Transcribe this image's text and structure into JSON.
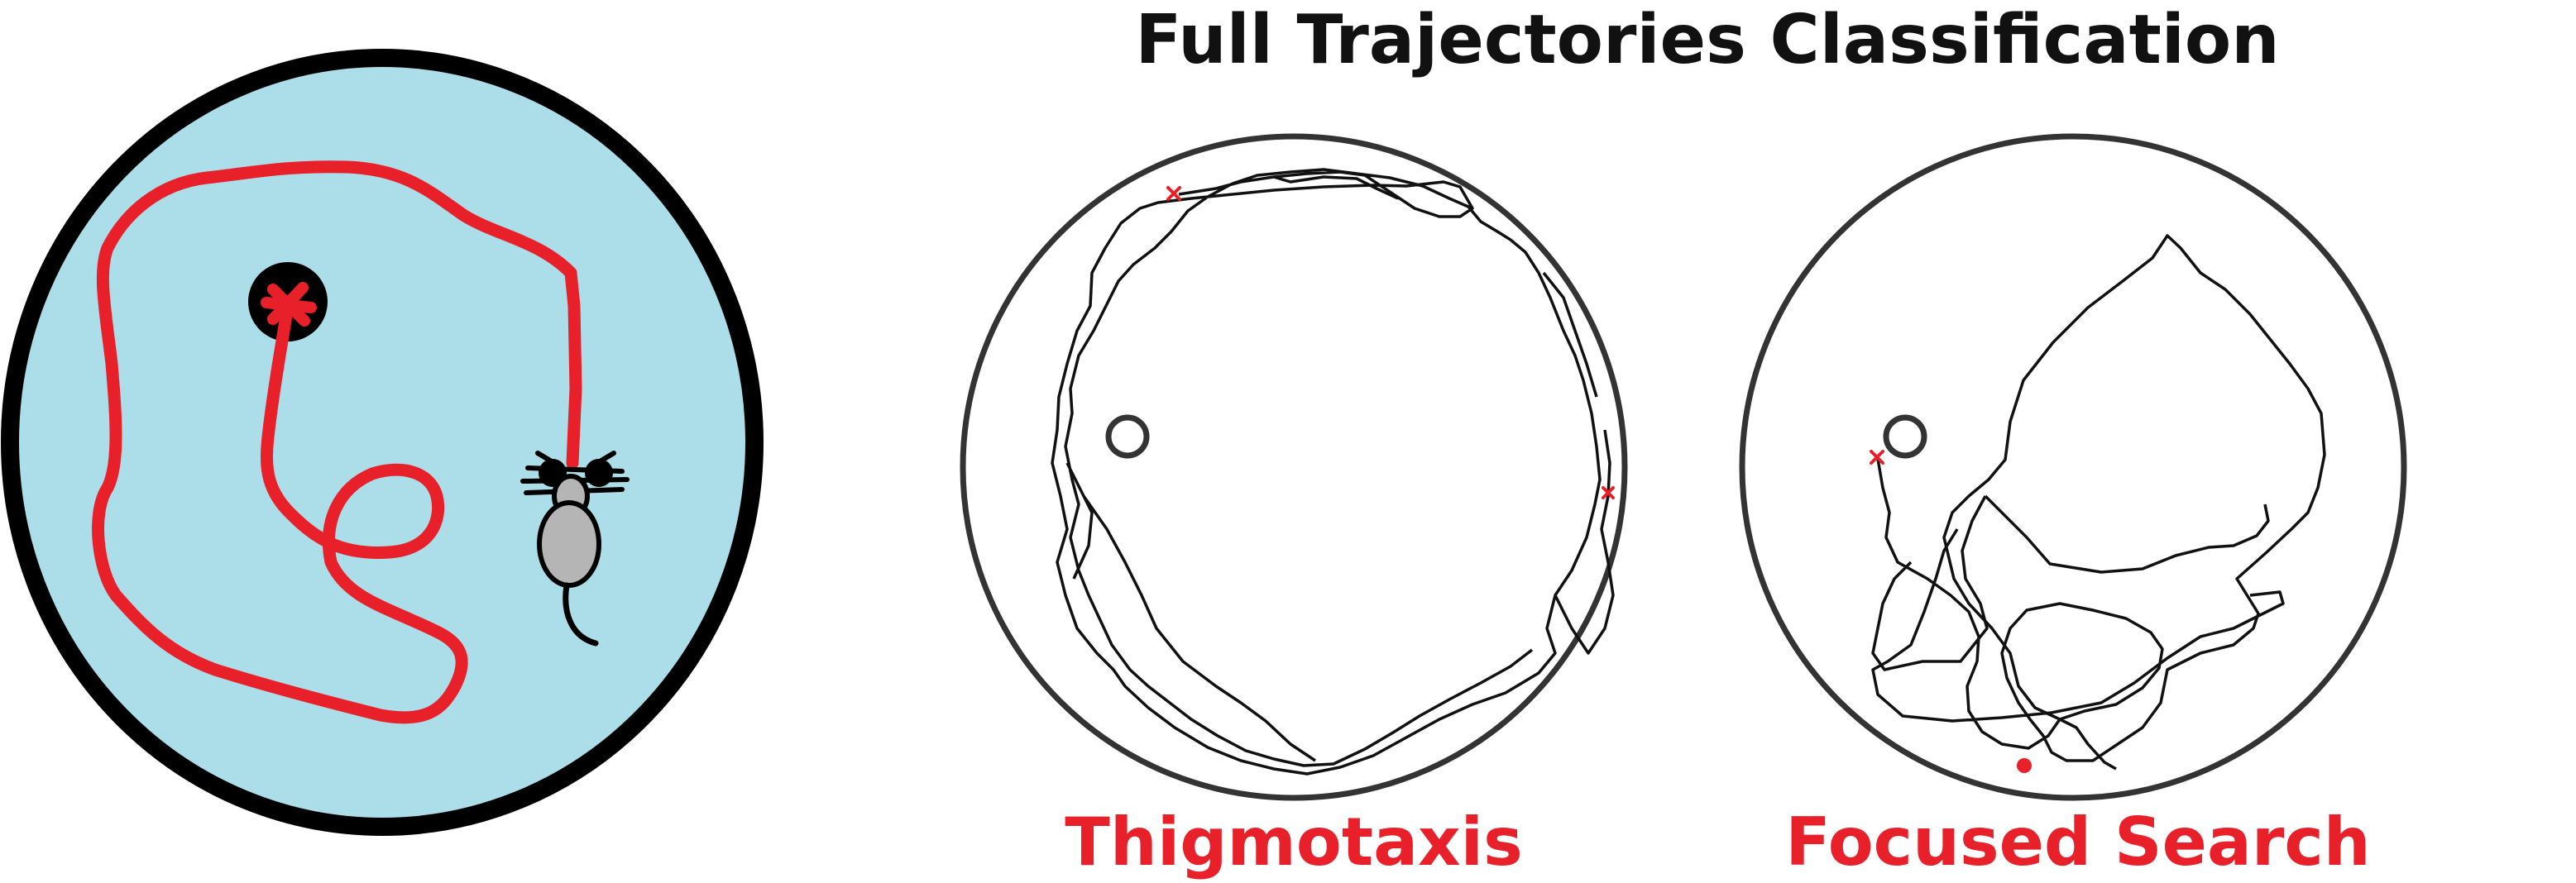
{
  "title": "Full Trajectories Classification",
  "panels": [
    {
      "label": "Thigmotaxis"
    },
    {
      "label": "Focused Search"
    }
  ],
  "colors": {
    "pool_water": "#acdeea",
    "pool_rim": "#000000",
    "path_red": "#e8202a",
    "label_red": "#e8202a",
    "trajectory": "#111111",
    "mouse_body": "#b5b5b5"
  },
  "icons": {
    "mouse": "mouse-icon",
    "platform": "platform-icon",
    "start_marker": "x-marker-icon",
    "end_marker": "dot-marker-icon"
  }
}
